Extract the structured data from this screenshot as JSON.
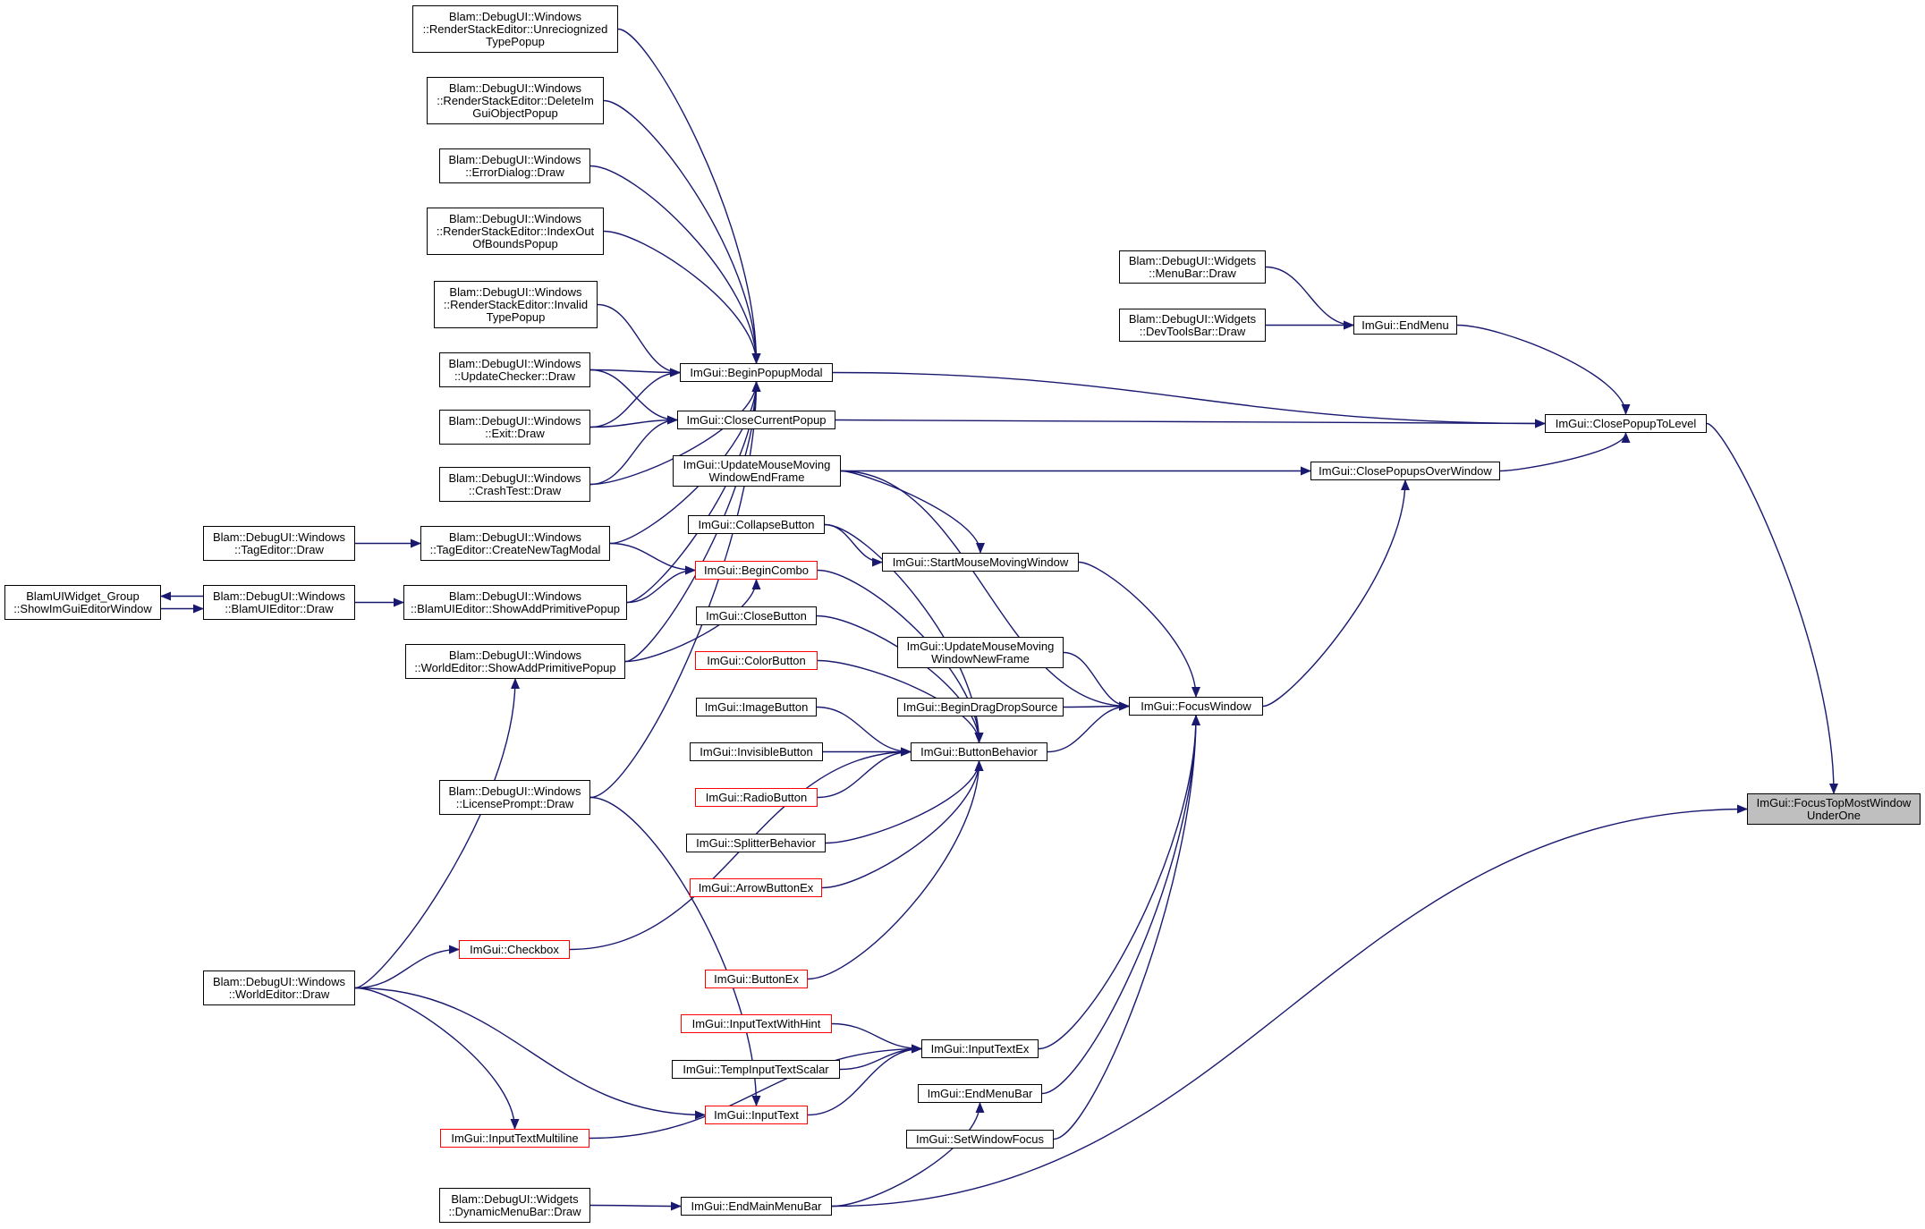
{
  "nodes": [
    {
      "id": "renderstack-unrecognized",
      "label": "Blam::DebugUI::Windows\n::RenderStackEditor::Unreciognized\nTypePopup"
    },
    {
      "id": "renderstack-deleteimgui",
      "label": "Blam::DebugUI::Windows\n::RenderStackEditor::DeleteIm\nGuiObjectPopup"
    },
    {
      "id": "errordialog-draw",
      "label": "Blam::DebugUI::Windows\n::ErrorDialog::Draw"
    },
    {
      "id": "renderstack-indexout",
      "label": "Blam::DebugUI::Windows\n::RenderStackEditor::IndexOut\nOfBoundsPopup"
    },
    {
      "id": "renderstack-invalidtype",
      "label": "Blam::DebugUI::Windows\n::RenderStackEditor::Invalid\nTypePopup"
    },
    {
      "id": "updatechecker-draw",
      "label": "Blam::DebugUI::Windows\n::UpdateChecker::Draw"
    },
    {
      "id": "exit-draw",
      "label": "Blam::DebugUI::Windows\n::Exit::Draw"
    },
    {
      "id": "crashtest-draw",
      "label": "Blam::DebugUI::Windows\n::CrashTest::Draw"
    },
    {
      "id": "tageditor-draw",
      "label": "Blam::DebugUI::Windows\n::TagEditor::Draw"
    },
    {
      "id": "tageditor-createnewtagmodal",
      "label": "Blam::DebugUI::Windows\n::TagEditor::CreateNewTagModal"
    },
    {
      "id": "blamuiwidget-group",
      "label": "BlamUIWidget_Group\n::ShowImGuiEditorWindow"
    },
    {
      "id": "blamuieditor-draw",
      "label": "Blam::DebugUI::Windows\n::BlamUIEditor::Draw"
    },
    {
      "id": "blamuieditor-showaddprimitive",
      "label": "Blam::DebugUI::Windows\n::BlamUIEditor::ShowAddPrimitivePopup"
    },
    {
      "id": "worldeditor-showaddprimitive",
      "label": "Blam::DebugUI::Windows\n::WorldEditor::ShowAddPrimitivePopup"
    },
    {
      "id": "licenseprompt-draw",
      "label": "Blam::DebugUI::Windows\n::LicensePrompt::Draw"
    },
    {
      "id": "worldeditor-draw",
      "label": "Blam::DebugUI::Windows\n::WorldEditor::Draw"
    },
    {
      "id": "dynamicmenubar-draw",
      "label": "Blam::DebugUI::Widgets\n::DynamicMenuBar::Draw"
    },
    {
      "id": "beginpopupmodal",
      "label": "ImGui::BeginPopupModal"
    },
    {
      "id": "closecurrentpopup",
      "label": "ImGui::CloseCurrentPopup"
    },
    {
      "id": "updatemousemovingwindowendframe",
      "label": "ImGui::UpdateMouseMoving\nWindowEndFrame"
    },
    {
      "id": "collapsebutton",
      "label": "ImGui::CollapseButton"
    },
    {
      "id": "begincombo",
      "label": "ImGui::BeginCombo",
      "red": true
    },
    {
      "id": "closebutton",
      "label": "ImGui::CloseButton"
    },
    {
      "id": "colorbutton",
      "label": "ImGui::ColorButton",
      "red": true
    },
    {
      "id": "imagebutton",
      "label": "ImGui::ImageButton"
    },
    {
      "id": "invisiblebutton",
      "label": "ImGui::InvisibleButton"
    },
    {
      "id": "radiobutton",
      "label": "ImGui::RadioButton",
      "red": true
    },
    {
      "id": "splitterbehavior",
      "label": "ImGui::SplitterBehavior"
    },
    {
      "id": "arrowbuttonex",
      "label": "ImGui::ArrowButtonEx",
      "red": true
    },
    {
      "id": "checkbox",
      "label": "ImGui::Checkbox",
      "red": true
    },
    {
      "id": "buttonex",
      "label": "ImGui::ButtonEx",
      "red": true
    },
    {
      "id": "inputtextwithhint",
      "label": "ImGui::InputTextWithHint",
      "red": true
    },
    {
      "id": "tempinputtextscalar",
      "label": "ImGui::TempInputTextScalar"
    },
    {
      "id": "inputtext",
      "label": "ImGui::InputText",
      "red": true
    },
    {
      "id": "inputtextmultiline",
      "label": "ImGui::InputTextMultiline",
      "red": true
    },
    {
      "id": "endmainmenubar",
      "label": "ImGui::EndMainMenuBar"
    },
    {
      "id": "startmousemovingwindow",
      "label": "ImGui::StartMouseMovingWindow"
    },
    {
      "id": "updatemousemovingwindownewframe",
      "label": "ImGui::UpdateMouseMoving\nWindowNewFrame"
    },
    {
      "id": "begindragdropsource",
      "label": "ImGui::BeginDragDropSource"
    },
    {
      "id": "buttonbehavior",
      "label": "ImGui::ButtonBehavior"
    },
    {
      "id": "inputtextex",
      "label": "ImGui::InputTextEx"
    },
    {
      "id": "endmenubar",
      "label": "ImGui::EndMenuBar"
    },
    {
      "id": "setwindowfocus",
      "label": "ImGui::SetWindowFocus"
    },
    {
      "id": "menubar-draw",
      "label": "Blam::DebugUI::Widgets\n::MenuBar::Draw"
    },
    {
      "id": "devtoolsbar-draw",
      "label": "Blam::DebugUI::Widgets\n::DevToolsBar::Draw"
    },
    {
      "id": "endmenu",
      "label": "ImGui::EndMenu"
    },
    {
      "id": "closepopupsoverwindow",
      "label": "ImGui::ClosePopupsOverWindow"
    },
    {
      "id": "focuswindow",
      "label": "ImGui::FocusWindow"
    },
    {
      "id": "closepopuptolevel",
      "label": "ImGui::ClosePopupToLevel"
    },
    {
      "id": "focustopmostwindowunderone",
      "label": "ImGui::FocusTopMostWindow\nUnderOne",
      "root": true
    }
  ],
  "edges": [
    [
      "renderstack-unrecognized",
      "beginpopupmodal"
    ],
    [
      "renderstack-deleteimgui",
      "beginpopupmodal"
    ],
    [
      "errordialog-draw",
      "beginpopupmodal"
    ],
    [
      "renderstack-indexout",
      "beginpopupmodal"
    ],
    [
      "renderstack-invalidtype",
      "beginpopupmodal"
    ],
    [
      "updatechecker-draw",
      "beginpopupmodal"
    ],
    [
      "updatechecker-draw",
      "closecurrentpopup"
    ],
    [
      "exit-draw",
      "beginpopupmodal"
    ],
    [
      "exit-draw",
      "closecurrentpopup"
    ],
    [
      "crashtest-draw",
      "beginpopupmodal"
    ],
    [
      "crashtest-draw",
      "closecurrentpopup"
    ],
    [
      "tageditor-draw",
      "tageditor-createnewtagmodal"
    ],
    [
      "tageditor-createnewtagmodal",
      "beginpopupmodal"
    ],
    [
      "tageditor-createnewtagmodal",
      "begincombo"
    ],
    [
      "blamuieditor-draw",
      "blamuiwidget-group"
    ],
    [
      "blamuiwidget-group",
      "blamuieditor-draw"
    ],
    [
      "blamuieditor-draw",
      "blamuieditor-showaddprimitive"
    ],
    [
      "blamuieditor-showaddprimitive",
      "beginpopupmodal"
    ],
    [
      "blamuieditor-showaddprimitive",
      "begincombo"
    ],
    [
      "worldeditor-showaddprimitive",
      "beginpopupmodal"
    ],
    [
      "worldeditor-showaddprimitive",
      "begincombo"
    ],
    [
      "licenseprompt-draw",
      "beginpopupmodal"
    ],
    [
      "worldeditor-draw",
      "worldeditor-showaddprimitive"
    ],
    [
      "worldeditor-draw",
      "checkbox"
    ],
    [
      "worldeditor-draw",
      "inputtext"
    ],
    [
      "worldeditor-draw",
      "inputtextmultiline"
    ],
    [
      "licenseprompt-draw",
      "inputtext"
    ],
    [
      "dynamicmenubar-draw",
      "endmainmenubar"
    ],
    [
      "beginpopupmodal",
      "closepopuptolevel"
    ],
    [
      "closecurrentpopup",
      "closepopuptolevel"
    ],
    [
      "updatemousemovingwindowendframe",
      "closepopupsoverwindow"
    ],
    [
      "updatemousemovingwindowendframe",
      "startmousemovingwindow"
    ],
    [
      "updatemousemovingwindowendframe",
      "focuswindow"
    ],
    [
      "collapsebutton",
      "startmousemovingwindow"
    ],
    [
      "collapsebutton",
      "buttonbehavior"
    ],
    [
      "begincombo",
      "buttonbehavior"
    ],
    [
      "closebutton",
      "buttonbehavior"
    ],
    [
      "colorbutton",
      "buttonbehavior"
    ],
    [
      "imagebutton",
      "buttonbehavior"
    ],
    [
      "invisiblebutton",
      "buttonbehavior"
    ],
    [
      "radiobutton",
      "buttonbehavior"
    ],
    [
      "splitterbehavior",
      "buttonbehavior"
    ],
    [
      "arrowbuttonex",
      "buttonbehavior"
    ],
    [
      "checkbox",
      "buttonbehavior"
    ],
    [
      "buttonex",
      "buttonbehavior"
    ],
    [
      "inputtextwithhint",
      "inputtextex"
    ],
    [
      "tempinputtextscalar",
      "inputtextex"
    ],
    [
      "inputtext",
      "inputtextex"
    ],
    [
      "inputtextmultiline",
      "inputtextex"
    ],
    [
      "endmainmenubar",
      "endmenubar"
    ],
    [
      "endmainmenubar",
      "focustopmostwindowunderone"
    ],
    [
      "startmousemovingwindow",
      "focuswindow"
    ],
    [
      "updatemousemovingwindownewframe",
      "focuswindow"
    ],
    [
      "begindragdropsource",
      "focuswindow"
    ],
    [
      "buttonbehavior",
      "focuswindow"
    ],
    [
      "inputtextex",
      "focuswindow"
    ],
    [
      "endmenubar",
      "focuswindow"
    ],
    [
      "setwindowfocus",
      "focuswindow"
    ],
    [
      "menubar-draw",
      "endmenu"
    ],
    [
      "devtoolsbar-draw",
      "endmenu"
    ],
    [
      "endmenu",
      "closepopuptolevel"
    ],
    [
      "closepopupsoverwindow",
      "closepopuptolevel"
    ],
    [
      "focuswindow",
      "closepopupsoverwindow"
    ],
    [
      "closepopuptolevel",
      "focustopmostwindowunderone"
    ]
  ]
}
